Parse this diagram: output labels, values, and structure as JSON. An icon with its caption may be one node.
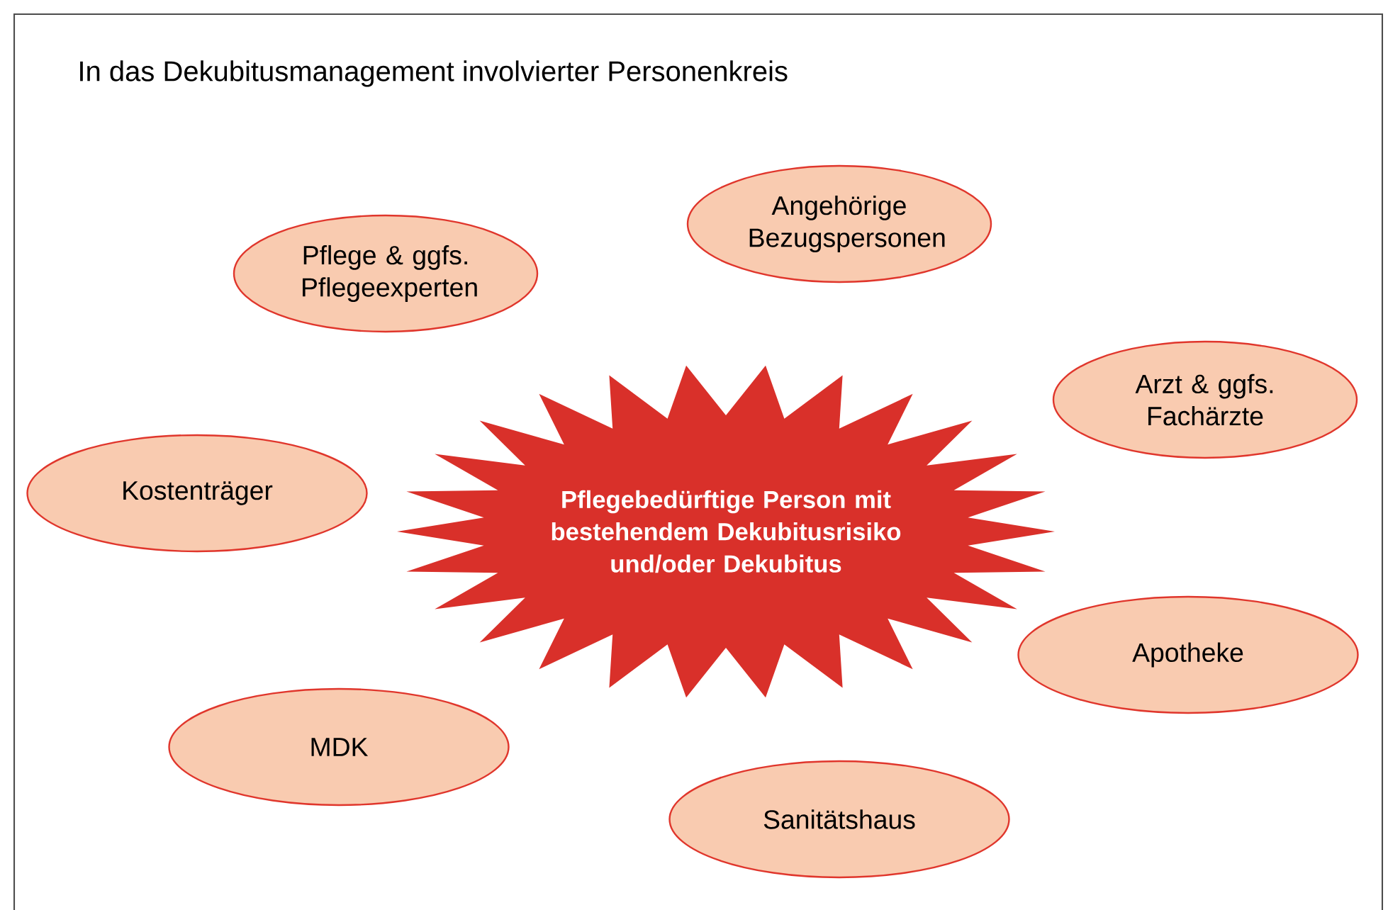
{
  "diagram": {
    "title": "In das Dekubitusmanagement involvierter Personenkreis",
    "nodes": [
      {
        "text": [
          "Angehörige Bezugspersonen"
        ]
      },
      {
        "text": [
          "Pflege & ggfs. Pflegeexperten"
        ]
      },
      {
        "text": [
          "Arzt & ggfs. Fachärzte"
        ]
      },
      {
        "text": [
          "Kostenträger"
        ]
      },
      {
        "text": [
          "Pflegebedürftige Person mit bestehendem Dekubitusrisiko und/oder Dekubitus"
        ]
      },
      {
        "text": [
          "Apotheke"
        ]
      },
      {
        "text": [
          "MDK"
        ]
      },
      {
        "text": [
          "Sanitätshaus"
        ]
      }
    ],
    "edges": []
  }
}
